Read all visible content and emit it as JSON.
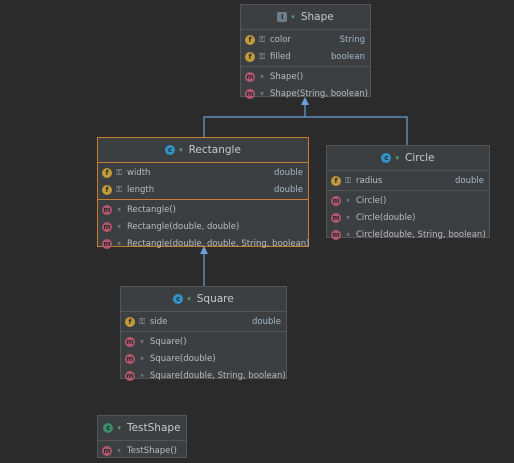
{
  "colors": {
    "background": "#2b2b2b",
    "node_bg": "#3c3f41",
    "border": "#555555",
    "selected_border": "#c77d2f",
    "arrow": "#6e9fd8",
    "field_badge": "#c49b3a",
    "method_badge": "#b3576e",
    "class_badge": "#3592c4"
  },
  "diagram": {
    "shape": {
      "title": "Shape",
      "icon": "interface-class-icon",
      "fields": [
        {
          "name": "color",
          "type": "String"
        },
        {
          "name": "filled",
          "type": "boolean"
        }
      ],
      "methods": [
        "Shape()",
        "Shape(String, boolean)"
      ]
    },
    "rectangle": {
      "title": "Rectangle",
      "icon": "class-icon",
      "fields": [
        {
          "name": "width",
          "type": "double"
        },
        {
          "name": "length",
          "type": "double"
        }
      ],
      "methods": [
        "Rectangle()",
        "Rectangle(double, double)",
        "Rectangle(double, double, String, boolean)"
      ]
    },
    "circle": {
      "title": "Circle",
      "icon": "class-icon",
      "fields": [
        {
          "name": "radius",
          "type": "double"
        }
      ],
      "methods": [
        "Circle()",
        "Circle(double)",
        "Circle(double, String, boolean)"
      ]
    },
    "square": {
      "title": "Square",
      "icon": "class-icon",
      "fields": [
        {
          "name": "side",
          "type": "double"
        }
      ],
      "methods": [
        "Square()",
        "Square(double)",
        "Square(double, String, boolean)"
      ]
    },
    "testshape": {
      "title": "TestShape",
      "icon": "main-class-icon",
      "fields": [],
      "methods": [
        "TestShape()"
      ]
    }
  }
}
